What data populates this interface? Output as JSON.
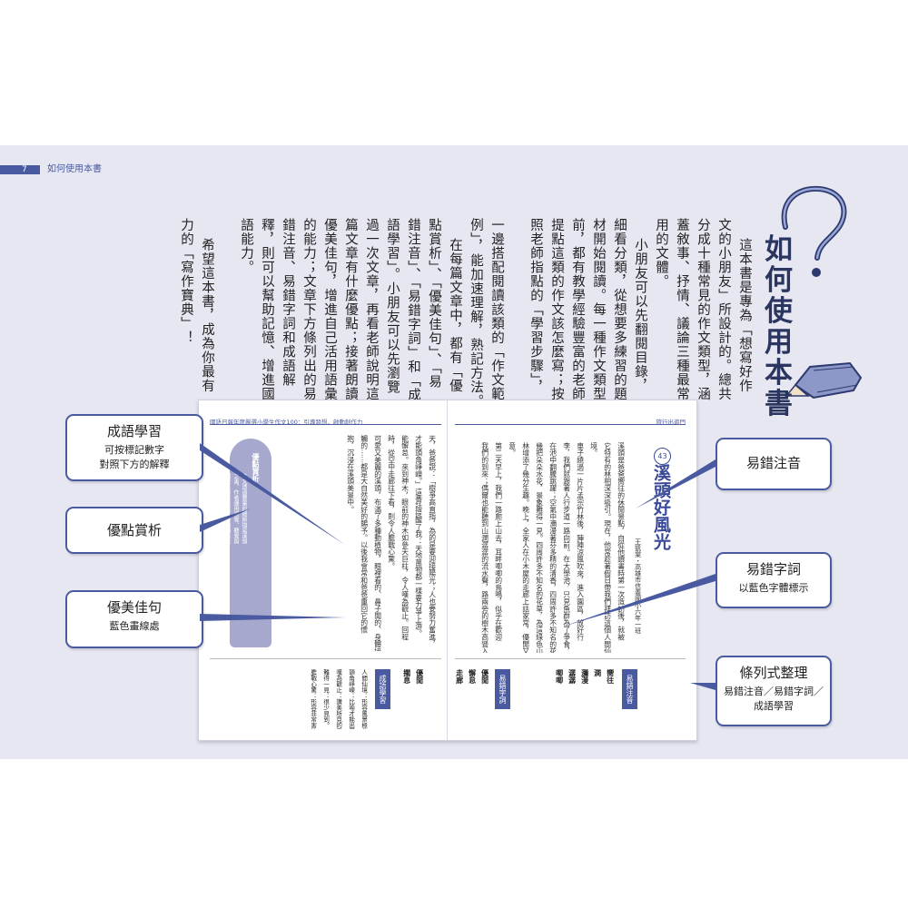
{
  "header": {
    "page_number": "7",
    "title": "如何使用本書"
  },
  "page_title_chars": [
    "如",
    "何",
    "使",
    "用",
    "本",
    "書"
  ],
  "intro_columns": [
    "這本書是專為「想寫好作",
    "文的小朋友」所設計的。總共",
    "分成十種常見的作文類型，涵",
    "蓋敘事、抒情、議論三種最常",
    "用的文體。",
    "小朋友可以先翻閱目錄，",
    "細看分類，從想要多練習的題",
    "材開始閱讀。每一種作文類型",
    "前，都有教學經驗豐富的老師",
    "提點這類的作文該怎麼寫；按",
    "照老師指點的「學習步驟」，",
    "一邊搭配閱讀該類的「作文範",
    "例」，能加速理解，熟記方法。",
    "在每篇文章中，都有「優",
    "點賞析」、「優美佳句」、「易",
    "錯注音」、「易錯字詞」和「成",
    "語學習」。小朋友可以先瀏覽",
    "過一次文章，再看老師說明這",
    "篇文章有什麼優點；接著朗讀",
    "優美佳句，增進自己活用語彙",
    "的能力；文章下方條列出的易",
    "錯注音、易錯字詞和成語解",
    "釋，則可以幫助記憶、增進國",
    "語能力。",
    "希望這本書，成為你最有",
    "力的「寫作寶典」！"
  ],
  "book": {
    "left_header": "國語日報年度嚴選小學生作文100：引導發想，啟動創作力",
    "right_header": "旅行出遊門",
    "story_number": "43",
    "story_title": "溪頭好風光",
    "author": "王凱棠・高雄市信義國小六年一班",
    "highlight_title": "優點賞析",
    "highlight_text": [
      "本文透過豐富的細節描寫溪頭",
      "之美，作者運用視覺、聽覺與",
      "觸覺等感官摹寫，帶領讀者走",
      "入山林之中，並在結尾抒發對",
      "自然的感謝之情，值得學習。"
    ],
    "right_page_text": [
      "溪頭是爸爸嚮往的休閒景點，自從他讀書時第一次造訪後，就被",
      "它特有的林相深深吸引。現在，他常趁著假日帶我們拜訪這個人間仙",
      "境。",
      "車子繞過一片片孟宗竹林後，陣陣涼風吹來，進入園區，放好行",
      "李，我們就跟著人行步道一路向前。在大學池，只見魚群為了爭食，",
      "在池中翻騰跳躍；空氣中瀰漫著芬多精的清香，四周許多不知名的花草，",
      "幾把朵朵水花，景象難得一見。四周許多不知名的花草，為這綠色山",
      "林增添了幾分生趣。晚上，全家人在小木屋的走廊上話家常，優閒又愜",
      "意。",
      "第二天早上，我們一路爬上山去，耳畔唧唧的鳥鳴，似乎在歡迎",
      "我們的到來；偶爾也能聽到山澗潺潺的流水聲，路兩旁的樹木高聳入"
    ],
    "left_page_text": [
      "天，爸爸說：「樹爭高直指，為的是要迎接陽光；人也要努力奮進，",
      "才能頭角崢嶸。」這番話提醒了我：天地萬物都一樣要力爭上游。",
      "能懈怠。來到神木，眼前的神木如參天巨柱，令人嘆為觀止。回程",
      "時，從空中走廊往下看，則令人膽戰心驚。",
      "可愛又美麗的溪頭，布滿了多種動植物，眼裡看的、鼻子聞的、身體接",
      "觸的……都是大自然美好的賜予。以後我會常和爸爸重回它的懷",
      "抱，沉浸在溪頭美景中。"
    ],
    "tab_zhuyin": "易錯注音",
    "tab_zici": "易錯字詞",
    "tab_chengyu": "成語學習",
    "zhuyin_items": [
      "嚮往",
      "澗",
      "瀰漫",
      "潺潺",
      "唧唧"
    ],
    "zici_items": [
      "優閒",
      "懈怠",
      "走廊"
    ],
    "chengyu_items": [
      "人間仙境：形容風景極美的地方。",
      "頭角崢嶸：比喻才能出眾。",
      "嘆為觀止：讚美所見的事物好到極點。",
      "難得一見：很少見到。",
      "膽戰心驚：形容非常害怕。"
    ],
    "correct_words": [
      "優閒",
      "擱息"
    ]
  },
  "callouts": {
    "chengyu": {
      "title": "成語學習",
      "desc_lines": [
        "可按標記數字",
        "對照下方的解釋"
      ]
    },
    "youdian": {
      "title": "優點賞析"
    },
    "jiaju": {
      "title": "優美佳句",
      "desc_lines": [
        "藍色畫線處"
      ]
    },
    "zhuyin": {
      "title": "易錯注音"
    },
    "zici": {
      "title": "易錯字詞",
      "desc_lines": [
        "以藍色字體標示"
      ]
    },
    "tiaolie": {
      "title": "條列式整理",
      "desc_lines": [
        "易錯注音／易錯字詞／",
        "成語學習"
      ]
    }
  }
}
